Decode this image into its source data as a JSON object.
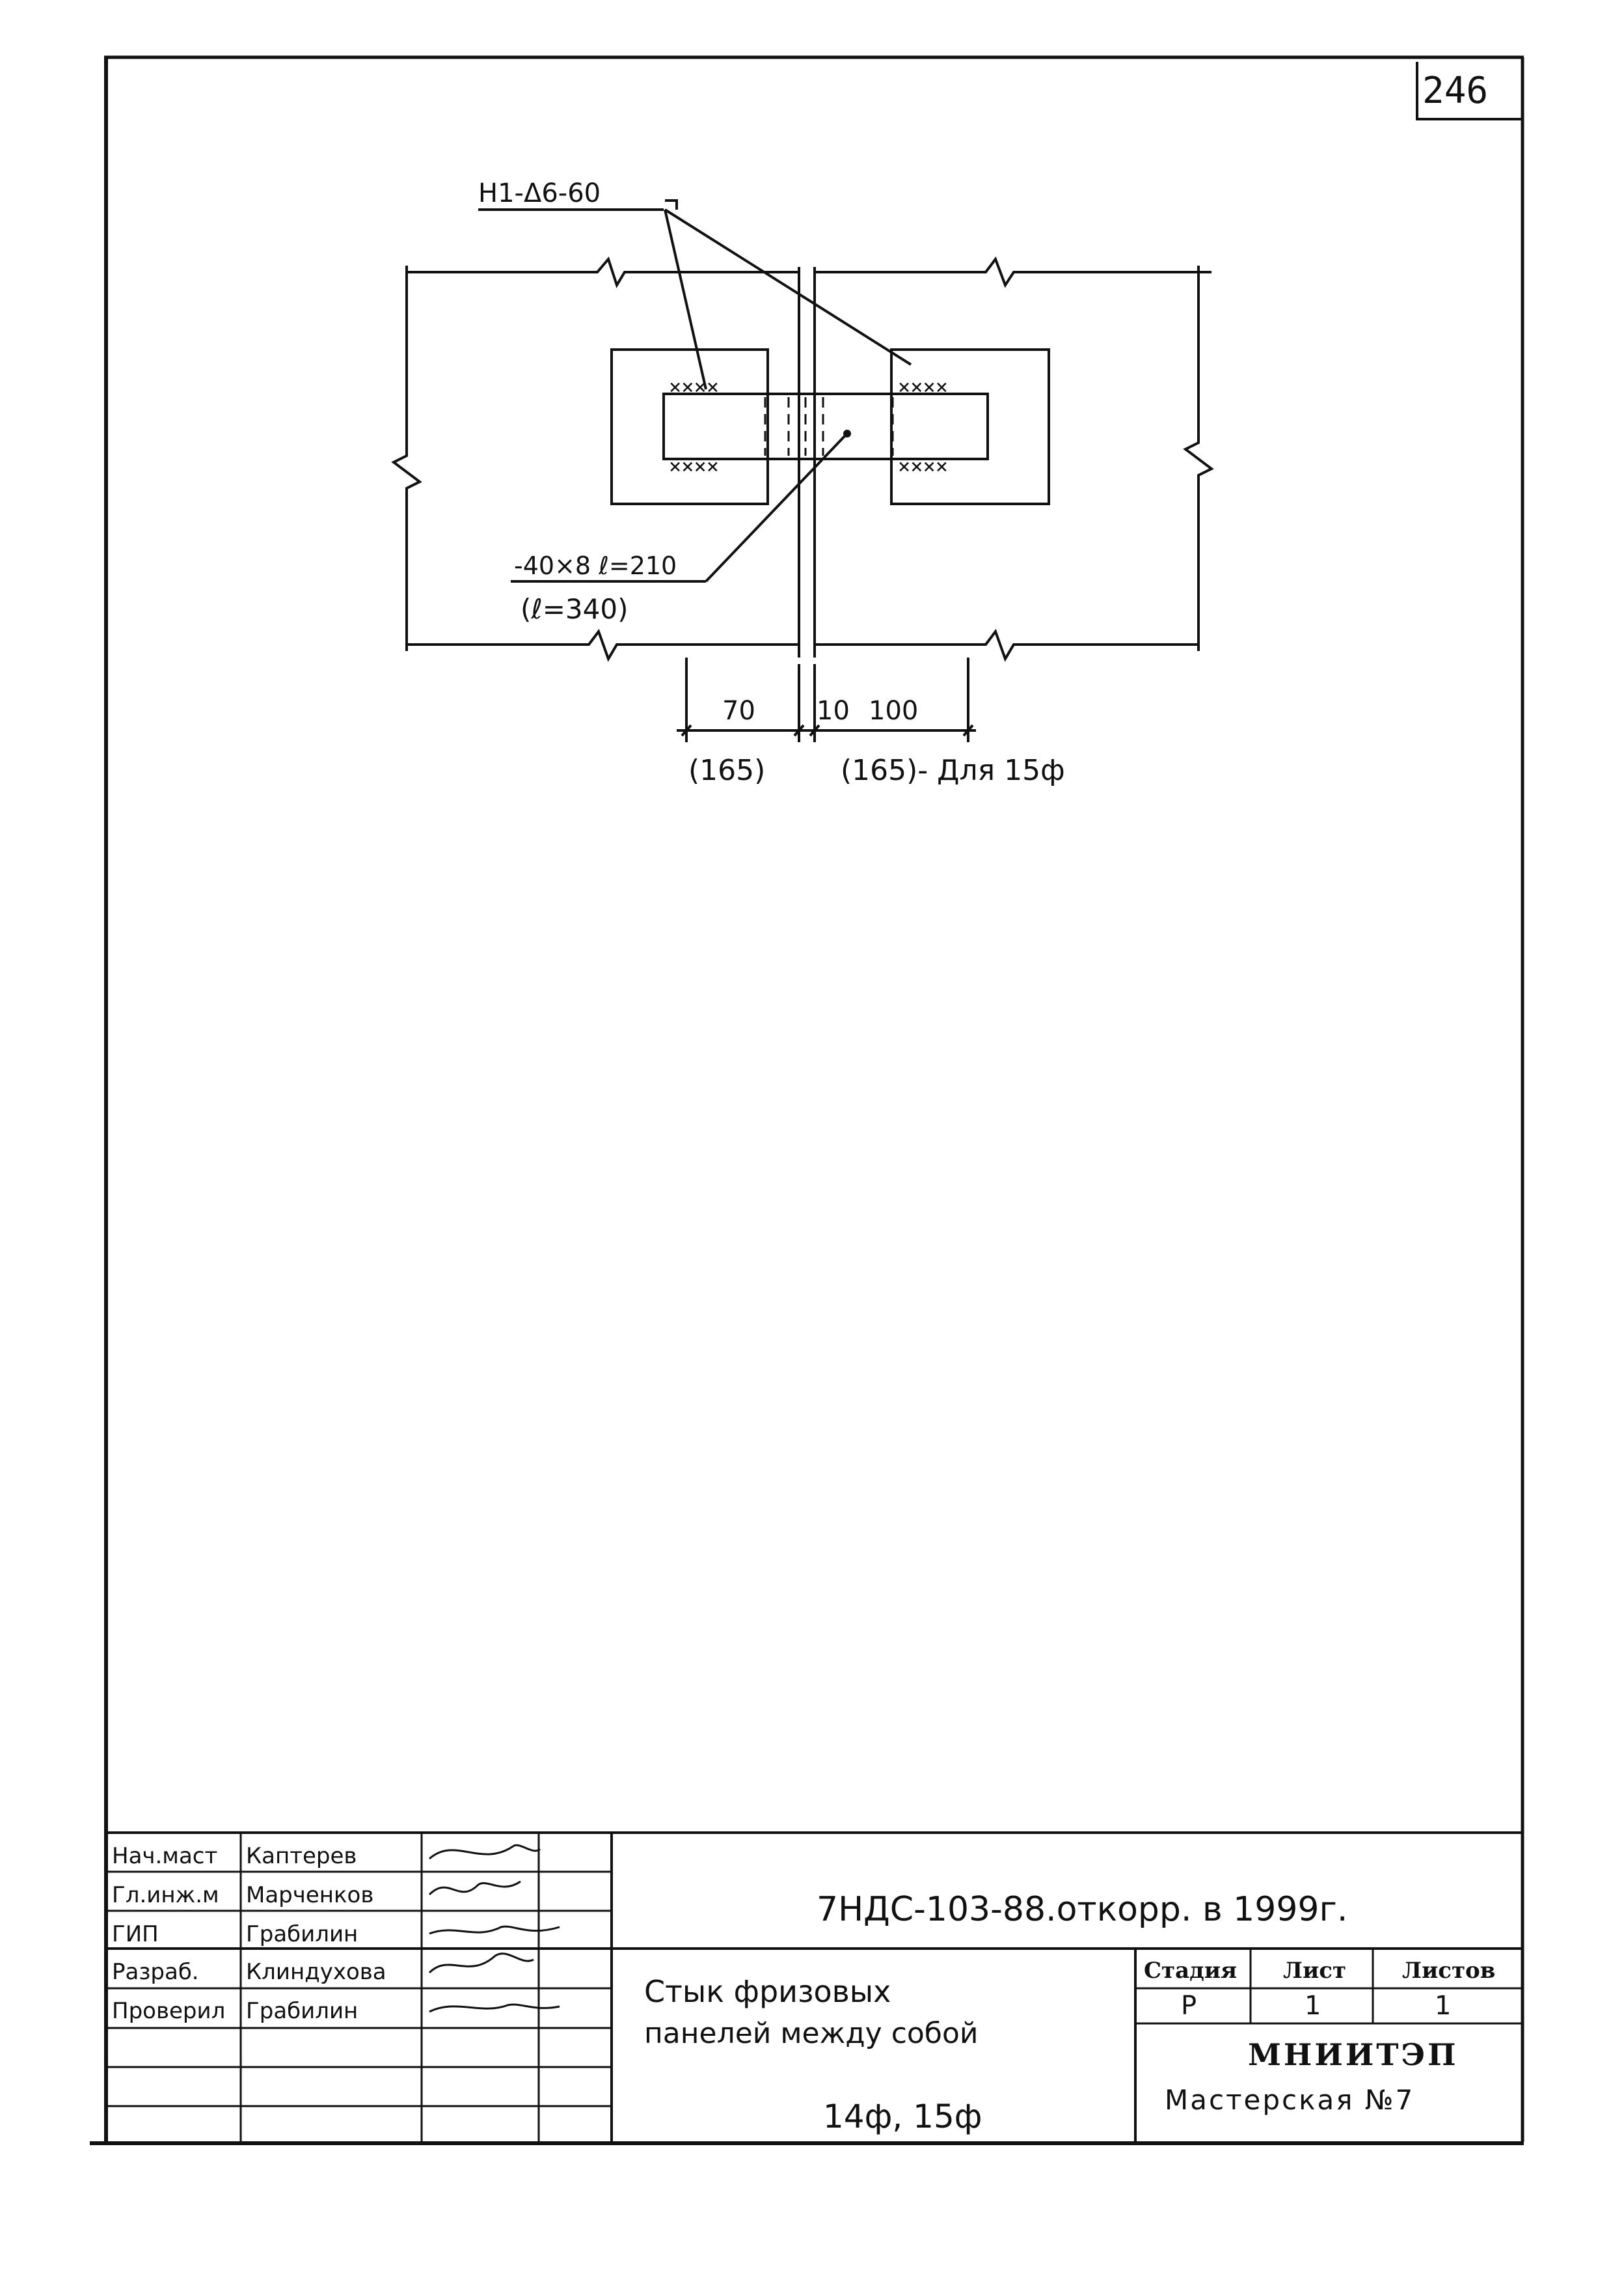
{
  "sheet_number": "246",
  "drawing": {
    "callout_anchor": "Н1-Δ6-60",
    "callout_plate_1": "-40×8 ℓ=210",
    "callout_plate_2": "(ℓ=340)",
    "dim_left": "70",
    "dim_gap": "10",
    "dim_right": "100",
    "dim_left_alt": "(165)",
    "dim_right_alt": "(165)- Для 15ф"
  },
  "title_block": {
    "roles": [
      {
        "role": "Нач.маст",
        "name": "Каптерев"
      },
      {
        "role": "Гл.инж.м",
        "name": "Марченков"
      },
      {
        "role": "ГИП",
        "name": "Грабилин"
      },
      {
        "role": "Разраб.",
        "name": "Клиндухова"
      },
      {
        "role": "Проверил",
        "name": "Грабилин"
      }
    ],
    "doc_code": "7НДС-103-88.откорр. в 1999г.",
    "title_line1": "Стык фризовых",
    "title_line2": "панелей между собой",
    "title_line3": "14ф, 15ф",
    "stage_label": "Стадия",
    "sheet_label": "Лист",
    "sheets_label": "Листов",
    "stage_value": "Р",
    "sheet_value": "1",
    "sheets_value": "1",
    "organization": "МНИИТЭП",
    "workshop": "Мастерская №7"
  }
}
